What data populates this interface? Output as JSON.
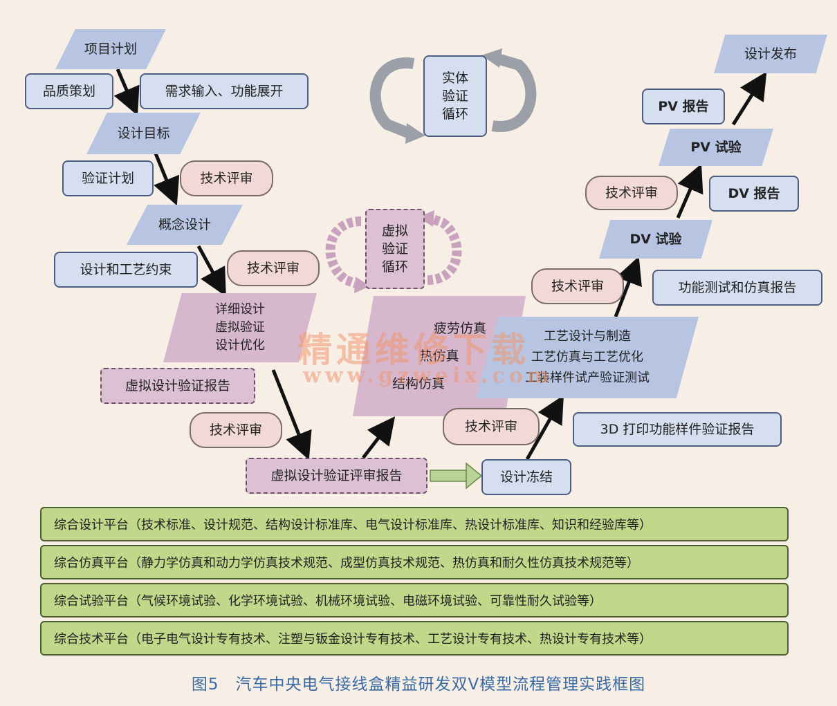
{
  "left_branch": {
    "project_plan": "项目计划",
    "quality_plan": "品质策划",
    "requirements": "需求输入、功能展开",
    "design_goal": "设计目标",
    "verify_plan": "验证计划",
    "review_1": "技术评审",
    "concept_design": "概念设计",
    "design_constraint": "设计和工艺约束",
    "review_2": "技术评审",
    "detail_design": [
      "详细设计",
      "虚拟验证",
      "设计优化"
    ],
    "virtual_report": "虚拟设计验证报告",
    "review_3": "技术评审"
  },
  "bottom": {
    "virtual_review_report": "虚拟设计验证评审报告",
    "design_freeze": "设计冻结"
  },
  "cycles": {
    "physical": [
      "实体",
      "验证",
      "循环"
    ],
    "virtual": [
      "虚拟",
      "验证",
      "循环"
    ]
  },
  "right_branch": {
    "simulation": [
      "疲劳仿真",
      "热仿真",
      "结构仿真"
    ],
    "process": [
      "工艺设计与制造",
      "工艺仿真与工艺优化",
      "工装样件试产验证测试"
    ],
    "review_4": "技术评审",
    "print_report": "3D 打印功能样件验证报告",
    "review_5": "技术评审",
    "function_report": "功能测试和仿真报告",
    "dv_test": "DV 试验",
    "review_6": "技术评审",
    "dv_report": "DV 报告",
    "pv_test": "PV 试验",
    "pv_report": "PV 报告",
    "release": "设计发布"
  },
  "platforms": [
    "综合设计平台（技术标准、设计规范、结构设计标准库、电气设计标准库、热设计标准库、知识和经验库等）",
    "综合仿真平台（静力学仿真和动力学仿真技术规范、成型仿真技术规范、热仿真和耐久性仿真技术规范等）",
    "综合试验平台（气候环境试验、化学环境试验、机械环境试验、电磁环境试验、可靠性耐久试验等）",
    "综合技术平台（电子电气设计专有技术、注塑与钣金设计专有技术、工艺设计专有技术、热设计专有技术等）"
  ],
  "watermark": {
    "cn": "精通维修下载",
    "url": "www.gzweix.com"
  },
  "caption": "图5　汽车中央电气接线盒精益研发双V模型流程管理实践框图",
  "colors": {
    "para": "#b7c5e3",
    "box": "#d6dff0",
    "pink": "#dcc0d4",
    "platform": "#c1d78a",
    "caption": "#3a6aa5"
  }
}
